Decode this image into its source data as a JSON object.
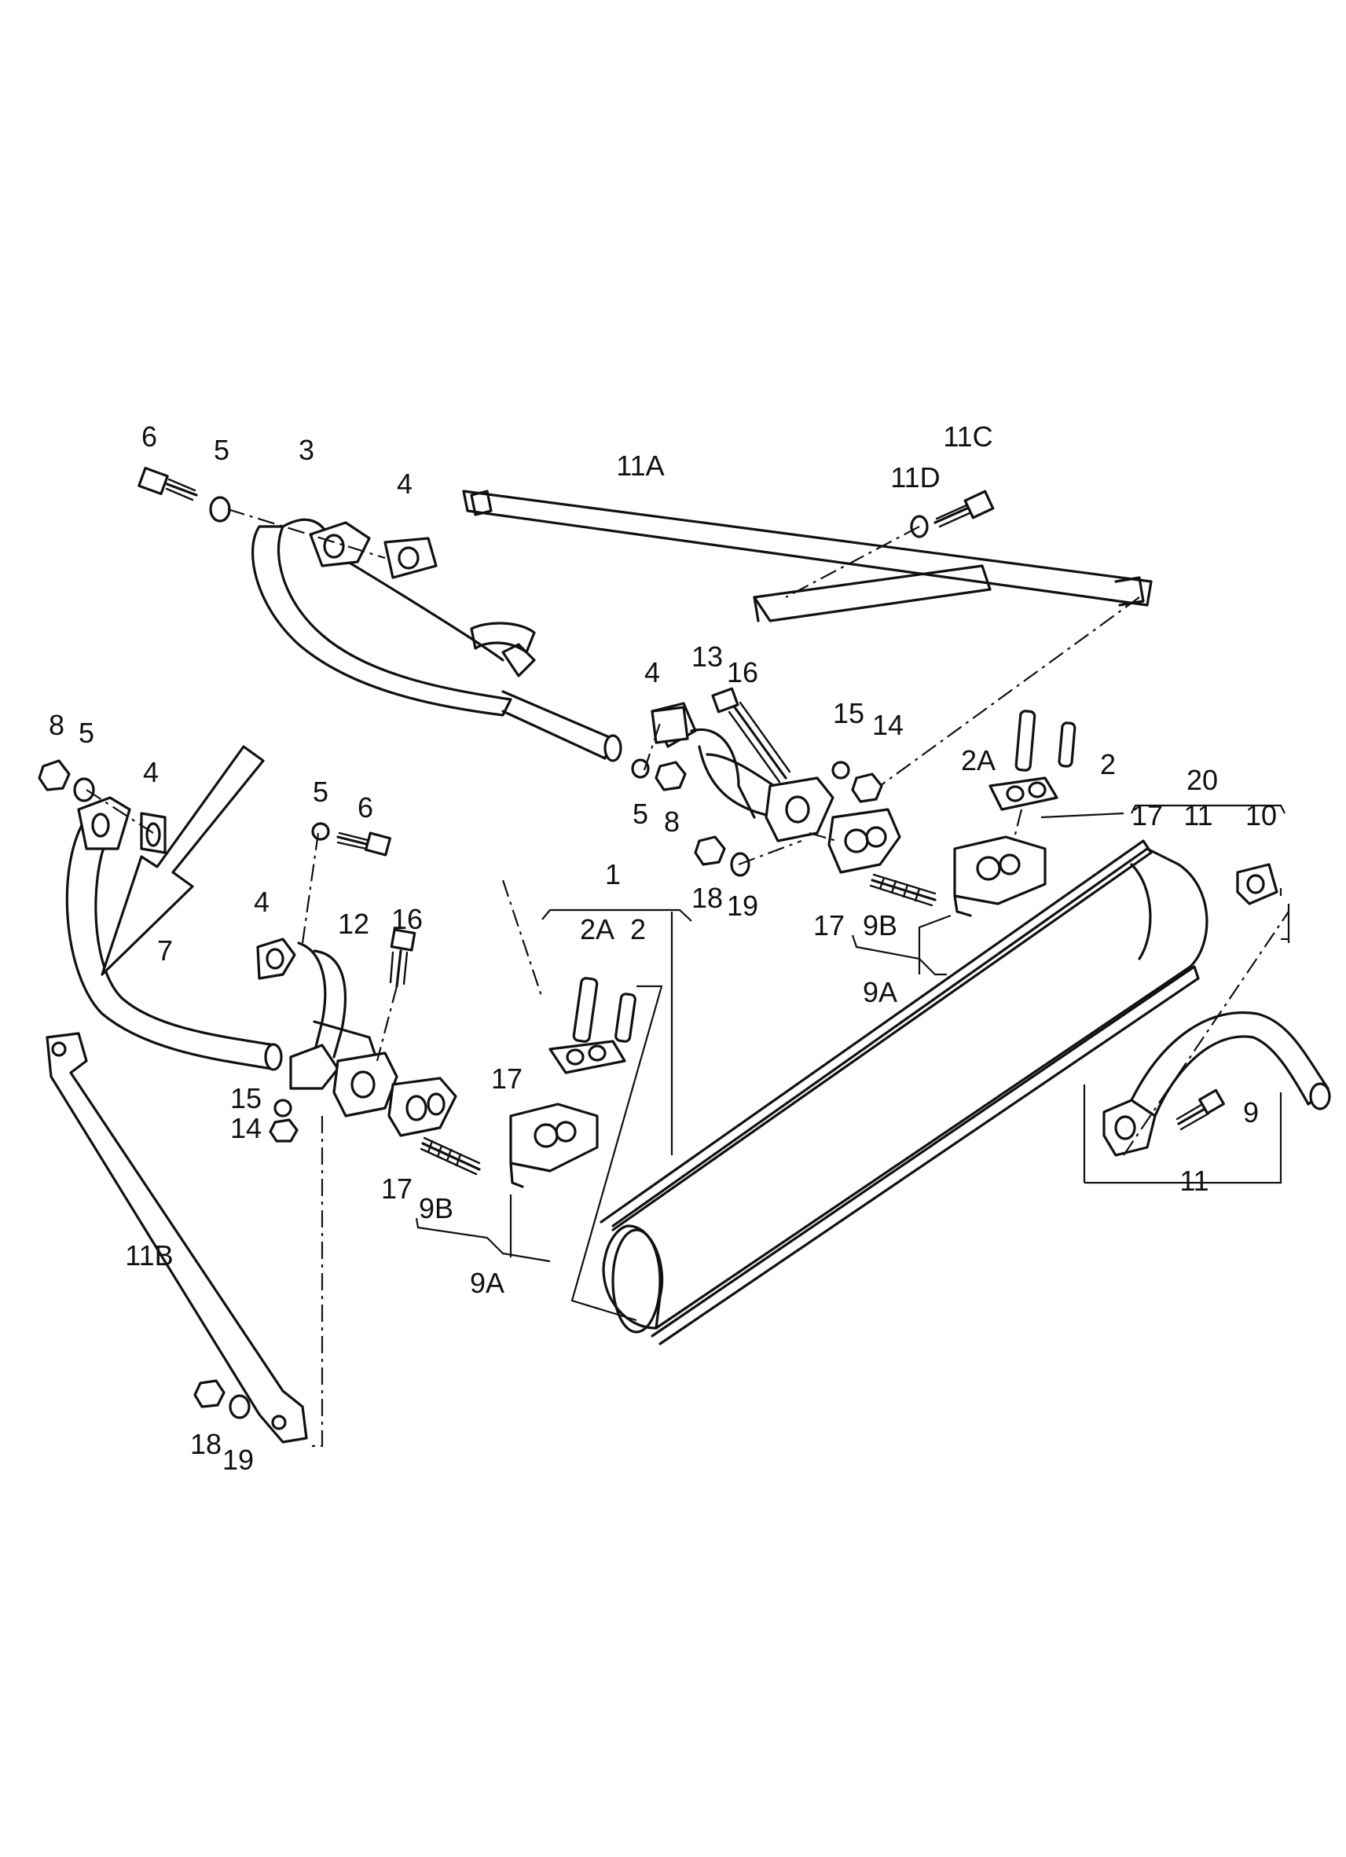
{
  "callouts": {
    "c_6_top": "6",
    "c_5_top": "5",
    "c_3": "3",
    "c_4_top": "4",
    "c_11A": "11A",
    "c_11C": "11C",
    "c_11D": "11D",
    "c_8_left": "8",
    "c_5_left": "5",
    "c_4_left": "4",
    "c_5_mid": "5",
    "c_6_mid": "6",
    "c_4_mid": "4",
    "c_12": "12",
    "c_16_left": "16",
    "c_7": "7",
    "c_15_left": "15",
    "c_14_left": "14",
    "c_17_left": "17",
    "c_9B_left": "9B",
    "c_9A_left": "9A",
    "c_11B": "11B",
    "c_18_bottom": "18",
    "c_19_bottom": "19",
    "c_4_ctr": "4",
    "c_13": "13",
    "c_16_ctr": "16",
    "c_5_ctr": "5",
    "c_8_ctr": "8",
    "c_15_ctr": "15",
    "c_14_ctr": "14",
    "c_18_ctr": "18",
    "c_19_ctr": "19",
    "c_1": "1",
    "c_2A_ctr": "2A",
    "c_2_ctr": "2",
    "c_17_ctr": "17",
    "c_17_mid": "17",
    "c_9B_mid": "9B",
    "c_9A_mid": "9A",
    "c_2A_right": "2A",
    "c_2_right": "2",
    "c_20": "20",
    "c_17_right": "17",
    "c_11_bracket": "11",
    "c_10": "10",
    "c_9": "9",
    "c_11_right": "11"
  }
}
